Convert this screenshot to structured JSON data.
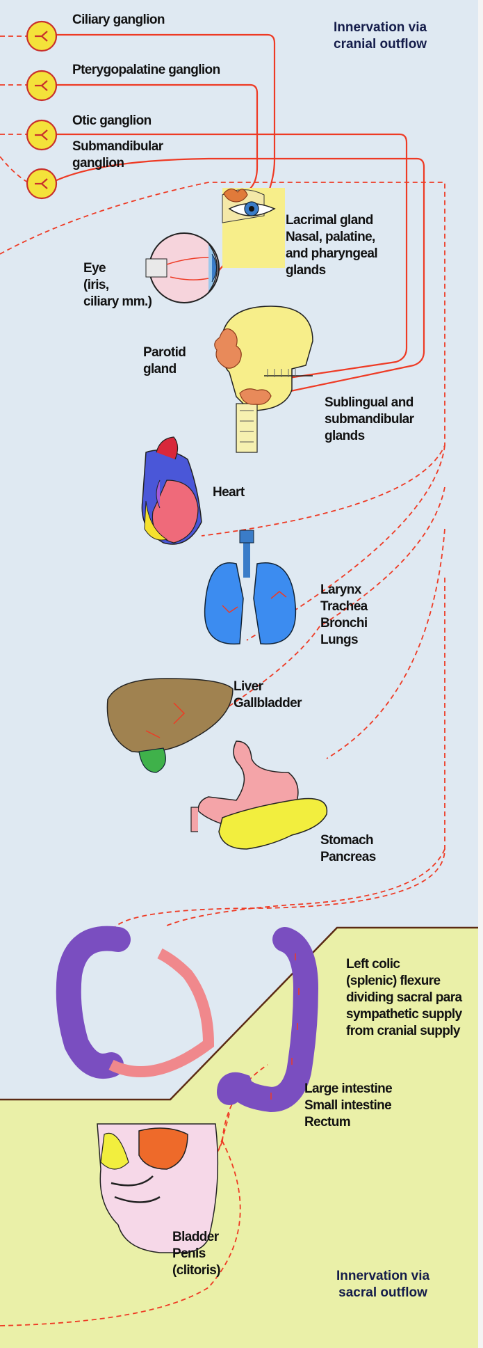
{
  "colors": {
    "cranial_background": "#dfe9f2",
    "sacral_background": "#eaf0a8",
    "nerve_line": "#ee3a24",
    "ganglion_fill": "#f4e23a",
    "ganglion_border": "#c8302c",
    "text": "#111111",
    "region_border": "#5a2a14"
  },
  "headers": {
    "cranial": [
      "Innervation via",
      "cranial outflow"
    ],
    "sacral": [
      "Innervation via",
      "sacral outflow"
    ]
  },
  "ganglia": {
    "ciliary": [
      "Ciliary ganglion"
    ],
    "pterygopalatine": [
      "Pterygopalatine ganglion"
    ],
    "otic": [
      "Otic ganglion"
    ],
    "submandibular": [
      "Submandibular",
      "ganglion"
    ]
  },
  "targets": {
    "lacrimal": [
      "Lacrimal gland",
      "Nasal, palatine,",
      "and pharyngeal",
      "glands"
    ],
    "eye": [
      "Eye",
      "(iris,",
      "ciliary mm.)"
    ],
    "parotid": [
      "Parotid",
      "gland"
    ],
    "sublingual": [
      "Sublingual and",
      "submandibular",
      "glands"
    ],
    "heart": [
      "Heart"
    ],
    "lungs": [
      "Larynx",
      "Trachea",
      "Bronchi",
      "Lungs"
    ],
    "liver": [
      "Liver",
      "Gallbladder"
    ],
    "stomach": [
      "Stomach",
      "Pancreas"
    ],
    "colic": [
      "Left colic",
      "(splenic) flexure",
      "dividing sacral para",
      "sympathetic supply",
      "from cranial supply"
    ],
    "intestine": [
      "Large intestine",
      "Small intestine",
      "Rectum"
    ],
    "bladder": [
      "Bladder",
      "Penis",
      "(clitoris)"
    ]
  },
  "icons": [
    "ganglion-icon",
    "face-lacrimal-icon",
    "eyeball-icon",
    "skull-salivary-icon",
    "heart-icon",
    "lungs-icon",
    "liver-icon",
    "stomach-pancreas-icon",
    "colon-icon",
    "pelvis-bladder-icon"
  ]
}
